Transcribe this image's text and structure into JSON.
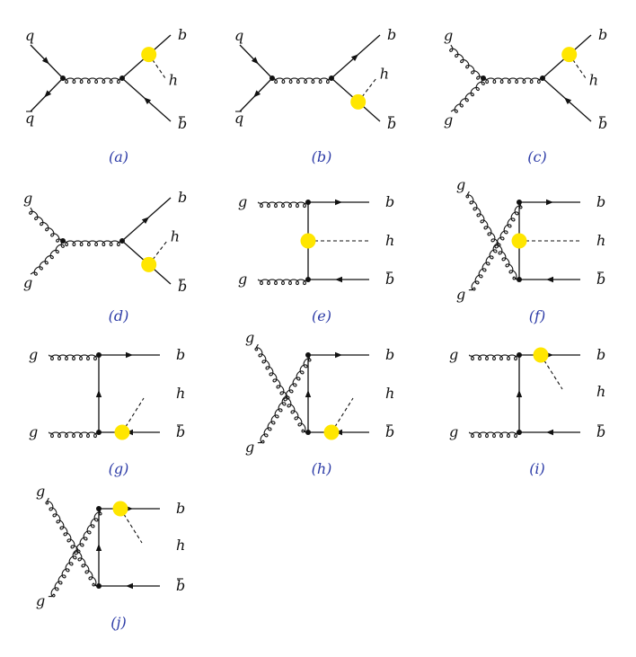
{
  "particles": {
    "b": "b",
    "bbar": "b",
    "h": "h",
    "g": "g",
    "q": "q",
    "qbar": "q"
  },
  "colors": {
    "blob": "#ffe600",
    "caption": "#2b3aa6",
    "line": "#111111"
  },
  "diagrams": [
    {
      "label": "(a)",
      "topology": "s-channel",
      "initial": "qqbar",
      "higgs_on": "b"
    },
    {
      "label": "(b)",
      "topology": "s-channel",
      "initial": "qqbar",
      "higgs_on": "bbar"
    },
    {
      "label": "(c)",
      "topology": "s-channel",
      "initial": "gg",
      "higgs_on": "b"
    },
    {
      "label": "(d)",
      "topology": "s-channel",
      "initial": "gg",
      "higgs_on": "bbar"
    },
    {
      "label": "(e)",
      "topology": "t-channel",
      "crossed": false,
      "higgs_on": "internal"
    },
    {
      "label": "(f)",
      "topology": "t-channel",
      "crossed": true,
      "higgs_on": "internal"
    },
    {
      "label": "(g)",
      "topology": "t-channel",
      "crossed": false,
      "higgs_on": "bbar"
    },
    {
      "label": "(h)",
      "topology": "t-channel",
      "crossed": true,
      "higgs_on": "bbar"
    },
    {
      "label": "(i)",
      "topology": "t-channel",
      "crossed": false,
      "higgs_on": "b"
    },
    {
      "label": "(j)",
      "topology": "t-channel",
      "crossed": true,
      "higgs_on": "b"
    }
  ]
}
